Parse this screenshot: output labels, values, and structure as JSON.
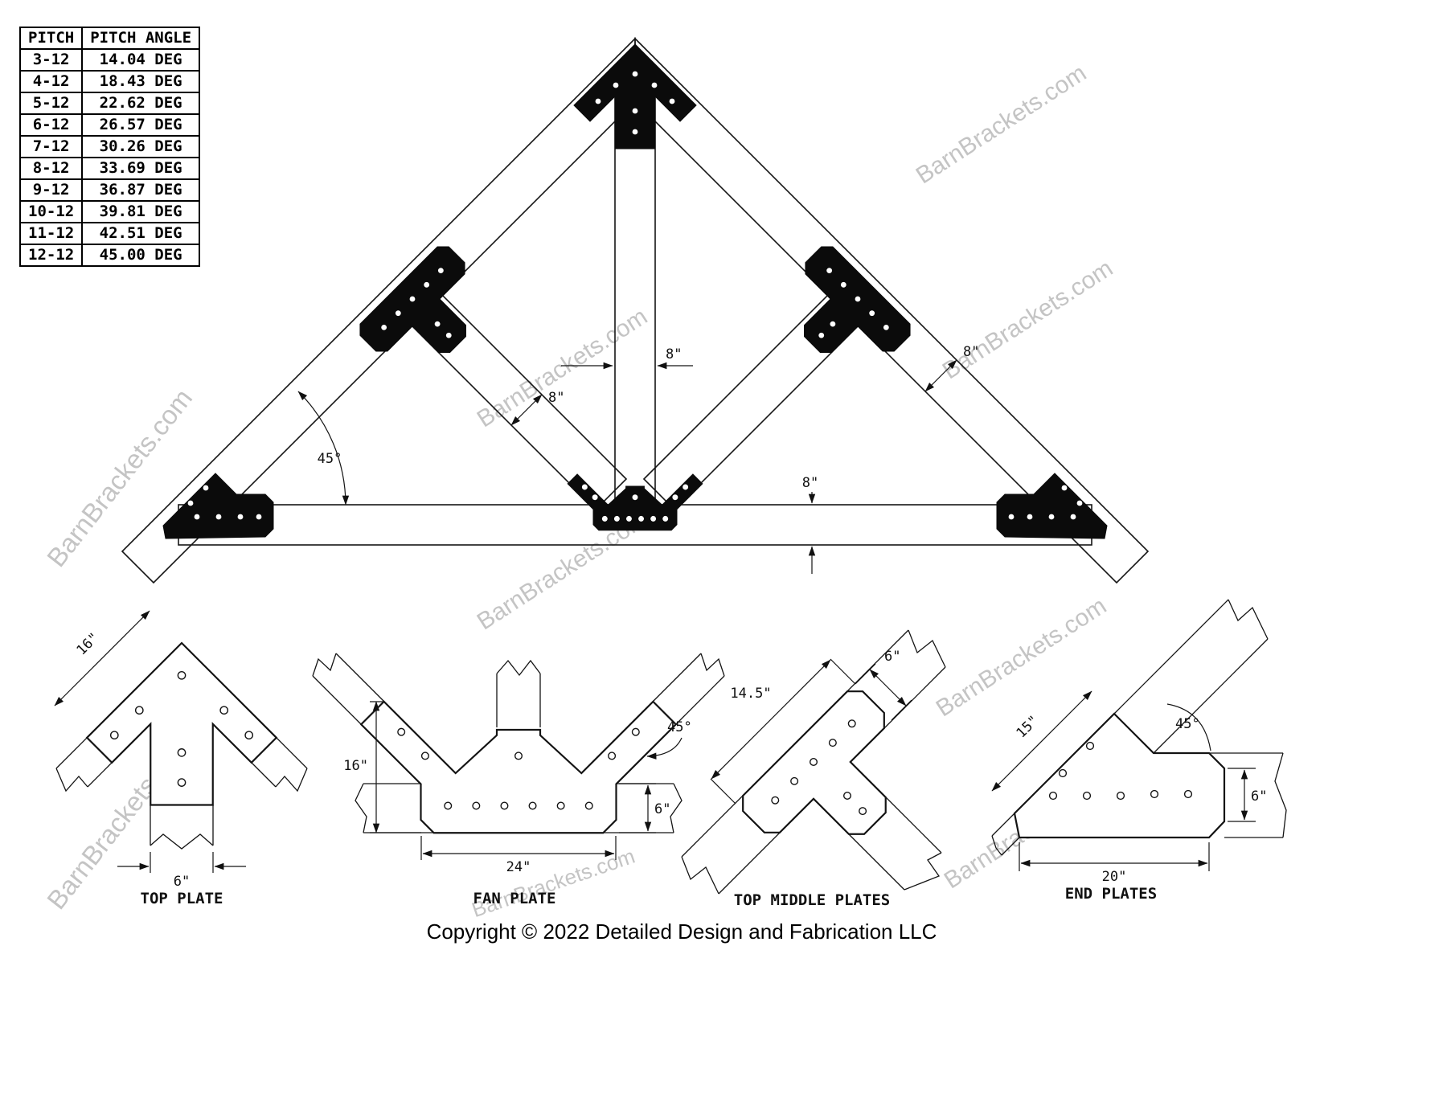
{
  "watermark": {
    "text": "BarnBrackets.com"
  },
  "pitch_table": {
    "headers": [
      "PITCH",
      "PITCH ANGLE"
    ],
    "rows": [
      [
        "3-12",
        "14.04 DEG"
      ],
      [
        "4-12",
        "18.43 DEG"
      ],
      [
        "5-12",
        "22.62 DEG"
      ],
      [
        "6-12",
        "26.57 DEG"
      ],
      [
        "7-12",
        "30.26 DEG"
      ],
      [
        "8-12",
        "33.69 DEG"
      ],
      [
        "9-12",
        "36.87 DEG"
      ],
      [
        "10-12",
        "39.81 DEG"
      ],
      [
        "11-12",
        "42.51 DEG"
      ],
      [
        "12-12",
        "45.00 DEG"
      ]
    ]
  },
  "truss": {
    "dims": {
      "pitch_angle": "45°",
      "king_post": "8\"",
      "strut": "8\"",
      "rafter": "8\"",
      "chord": "8\""
    }
  },
  "details": {
    "top_plate": {
      "label": "TOP PLATE",
      "dim_edge": "16\"",
      "dim_stem": "6\""
    },
    "fan_plate": {
      "label": "FAN PLATE",
      "dim_height": "16\"",
      "dim_width": "24\"",
      "dim_bar": "6\"",
      "dim_angle": "45°"
    },
    "top_middle": {
      "label": "TOP MIDDLE PLATES",
      "dim_edge": "14.5\"",
      "dim_stem": "6\""
    },
    "end_plate": {
      "label": "END PLATES",
      "dim_edge": "15\"",
      "dim_angle": "45°",
      "dim_height": "6\"",
      "dim_width": "20\""
    }
  },
  "footer": {
    "copyright": "Copyright © 2022 Detailed Design and Fabrication LLC"
  }
}
